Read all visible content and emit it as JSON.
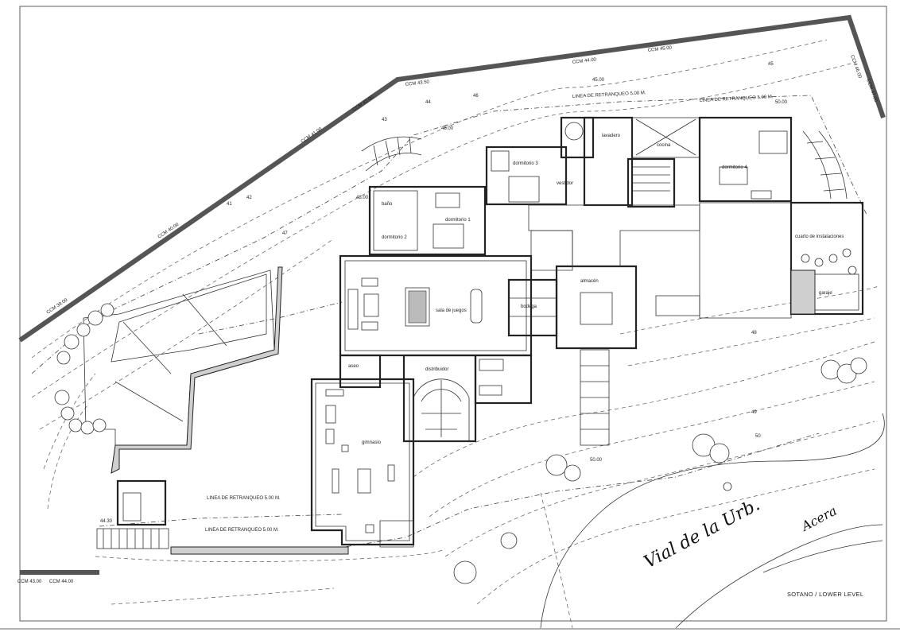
{
  "sheet": {
    "level_label": "SOTANO / LOWER LEVEL"
  },
  "road": {
    "name": "Vial de la Urb.",
    "sidewalk": "Acera"
  },
  "setback_lines": [
    "LINEA DE RETRANQUEO 5.00 M.",
    "LINEA DE RETRANQUEO 5.00 M.",
    "LINEA DE RETRANQUEO 5.00 M.",
    "LINEA DE RETRANQUEO 5.00 M."
  ],
  "boundary_labels": [
    "CCM 39.00",
    "CCM 40.00",
    "CCM 41.00",
    "CCM 42.00",
    "CCM 43.50",
    "CCM 44.00",
    "CCM 45.00",
    "CCM 46.00",
    "CCM 47.00",
    "CCM 43.00",
    "CCM 44.00"
  ],
  "elevation_marks": [
    "45.00",
    "46.00",
    "48.00",
    "50.00",
    "50.00",
    "44.30"
  ],
  "contour_numbers": [
    "41",
    "42",
    "43",
    "44",
    "45",
    "46",
    "47",
    "48",
    "49",
    "50"
  ],
  "rooms": [
    "dormitorio 1",
    "dormitorio 2",
    "dormitorio 3",
    "dormitorio 4",
    "sala de juegos",
    "gimnasio",
    "almacén",
    "bodega",
    "cuarto de instalaciones",
    "distribuidor",
    "aseo",
    "baño",
    "vestidor",
    "lavadero",
    "cocina",
    "garaje"
  ]
}
